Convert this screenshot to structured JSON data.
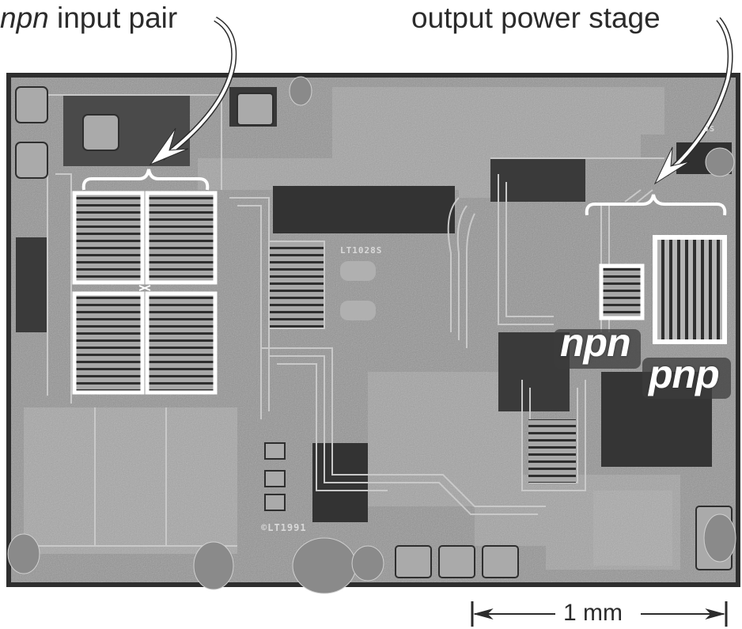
{
  "figure": {
    "type": "die-photo",
    "subject": "integrated circuit die micrograph"
  },
  "callouts": {
    "left": {
      "italic": "npn",
      "rest": " input pair"
    },
    "right": {
      "text": "output power stage"
    }
  },
  "transistor_labels": {
    "npn": "npn",
    "pnp": "pnp"
  },
  "die_markings": {
    "part_number": "LT1028S",
    "copyright": "©LT1991",
    "corner_mark": "JS"
  },
  "scale_bar": {
    "label": "1 mm",
    "length_mm": 1
  },
  "colors": {
    "background": "#ffffff",
    "die_dark": "#2e2e2e",
    "metal": "#9a9a9a",
    "metal_light": "#c8c8c8",
    "annotation": "#ffffff",
    "text": "#2b2b2b"
  }
}
